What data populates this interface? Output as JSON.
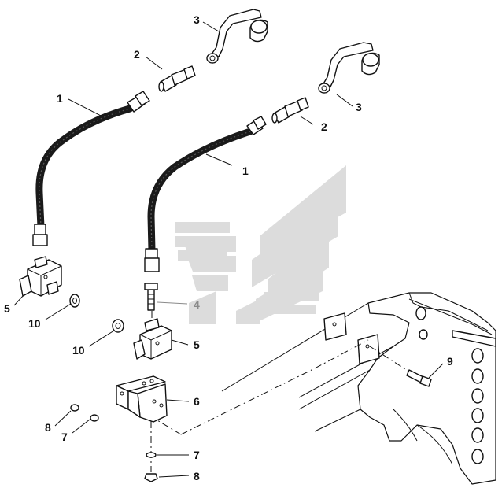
{
  "diagram": {
    "colors": {
      "line": "#111111",
      "hose": "#1a1a1a",
      "watermark": "#dcdcdc",
      "callout_grey": "#8a8a8a"
    },
    "callouts": [
      {
        "id": "c1a",
        "label": "1"
      },
      {
        "id": "c1b",
        "label": "1"
      },
      {
        "id": "c2a",
        "label": "2"
      },
      {
        "id": "c2b",
        "label": "2"
      },
      {
        "id": "c3a",
        "label": "3"
      },
      {
        "id": "c3b",
        "label": "3"
      },
      {
        "id": "c4",
        "label": "4"
      },
      {
        "id": "c5a",
        "label": "5"
      },
      {
        "id": "c5b",
        "label": "5"
      },
      {
        "id": "c6",
        "label": "6"
      },
      {
        "id": "c7a",
        "label": "7"
      },
      {
        "id": "c7b",
        "label": "7"
      },
      {
        "id": "c8a",
        "label": "8"
      },
      {
        "id": "c8b",
        "label": "8"
      },
      {
        "id": "c9",
        "label": "9"
      },
      {
        "id": "c10a",
        "label": "10"
      },
      {
        "id": "c10b",
        "label": "10"
      }
    ],
    "watermark_icon": "stylized-logo-watermark"
  }
}
